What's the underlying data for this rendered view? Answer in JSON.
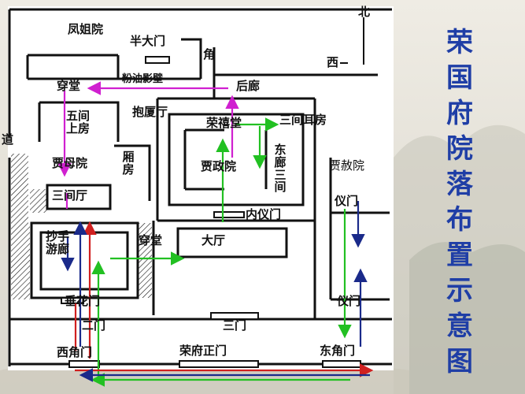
{
  "title": "荣国府院落布置示意图",
  "compass": {
    "north": "北",
    "west": "西"
  },
  "labels": {
    "fengjie": "凤姐院",
    "banda": "半大门",
    "jiao": "角",
    "houlang": "后廊",
    "chuantang_top": "穿堂",
    "fendeng": "粉油影壁",
    "baoxia": "抱厦厅",
    "rongxi": "荣禧堂",
    "sanjian_erfang": "三间耳房",
    "wujian": "五间上房",
    "jiamu": "贾母院",
    "xiangfang": "厢房",
    "jiazheng": "贾政院",
    "donglang": "东廊三间",
    "jiashe": "贾赦院",
    "sanjian_ting": "三间厅",
    "yimen_right": "仪门",
    "neiyimen": "内仪门",
    "chaoshou": "抄手游廊",
    "chuantang_mid": "穿堂",
    "dating": "大厅",
    "chuihua": "垂花门",
    "ermen": "二门",
    "yimen_lower": "仪门",
    "sanmen": "三门",
    "xijiao": "西角门",
    "rongfu": "荣府正门",
    "dongjiao": "东角门",
    "side_left": "道"
  },
  "colors": {
    "title": "#1f3ea6",
    "wall": "#111111",
    "green": "#22c022",
    "magenta": "#d020d0",
    "red": "#d02020",
    "navy": "#1a2a8a"
  }
}
